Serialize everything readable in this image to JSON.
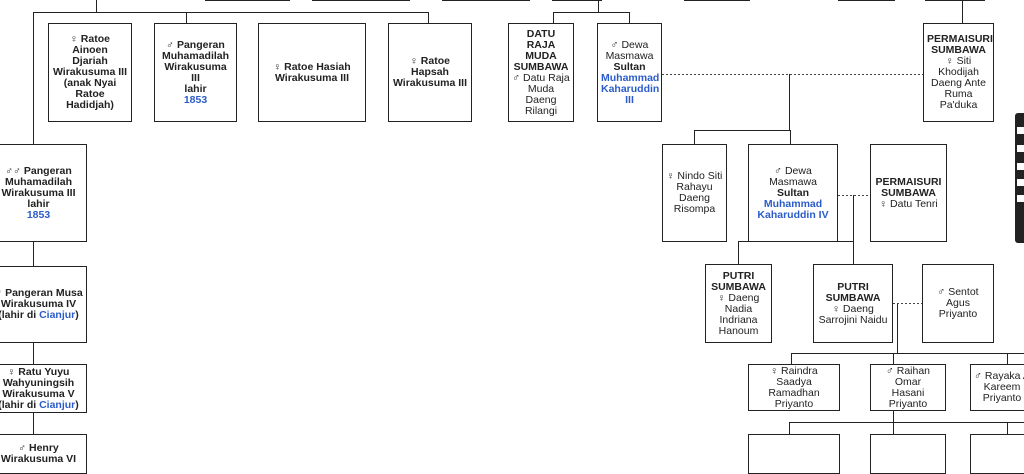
{
  "top_row": [
    {
      "id": "n1",
      "lines": [
        {
          "t": "♀ Ratoe Ainoen",
          "s": "b"
        },
        {
          "t": "Djariah",
          "s": "b"
        },
        {
          "t": "Wirakusuma III",
          "s": "b"
        },
        {
          "t": "(anak Nyai",
          "s": "b"
        },
        {
          "t": "Ratoe",
          "s": "b"
        },
        {
          "t": "Hadidjah)",
          "s": "b"
        }
      ]
    },
    {
      "id": "n2",
      "lines": [
        {
          "t": "♂ Pangeran",
          "s": "b"
        },
        {
          "t": "Muhamadilah",
          "s": "b"
        },
        {
          "t": "Wirakusuma",
          "s": "b"
        },
        {
          "t": "III",
          "s": "b"
        },
        {
          "t": "lahir",
          "s": "b"
        },
        {
          "t": "1853",
          "s": "blue"
        }
      ]
    },
    {
      "id": "n3",
      "lines": [
        {
          "t": "♀ Ratoe Hasiah",
          "s": "b"
        },
        {
          "t": "Wirakusuma III",
          "s": "b"
        }
      ]
    },
    {
      "id": "n4",
      "lines": [
        {
          "t": "♀ Ratoe",
          "s": "b"
        },
        {
          "t": "Hapsah",
          "s": "b"
        },
        {
          "t": "Wirakusuma III",
          "s": "b"
        }
      ]
    },
    {
      "id": "n5",
      "lines": [
        {
          "t": "DATU RAJA",
          "s": "b"
        },
        {
          "t": "MUDA",
          "s": "b"
        },
        {
          "t": "SUMBAWA",
          "s": "b"
        },
        {
          "t": "♂ Datu Raja",
          "s": ""
        },
        {
          "t": "Muda Daeng",
          "s": ""
        },
        {
          "t": "Rilangi",
          "s": ""
        }
      ]
    },
    {
      "id": "n6",
      "lines": [
        {
          "t": "♂ Dewa",
          "s": ""
        },
        {
          "t": "Masmawa",
          "s": ""
        },
        {
          "t": "Sultan",
          "s": "b"
        },
        {
          "t": "Muhammad",
          "s": "blue"
        },
        {
          "t": "Kaharuddin",
          "s": "blue"
        },
        {
          "t": "III",
          "s": "blue"
        }
      ]
    },
    {
      "id": "n7",
      "lines": [
        {
          "t": "PERMAISURI",
          "s": "b"
        },
        {
          "t": "SUMBAWA",
          "s": "b"
        },
        {
          "t": "♀ Siti",
          "s": ""
        },
        {
          "t": "Khodijah",
          "s": ""
        },
        {
          "t": "Daeng Ante",
          "s": ""
        },
        {
          "t": "Ruma",
          "s": ""
        },
        {
          "t": "Pa'duka",
          "s": ""
        }
      ]
    }
  ],
  "left_column": [
    {
      "id": "l1",
      "lines": [
        {
          "t": "♂♂ Pangeran",
          "s": "b"
        },
        {
          "t": "Muhamadilah",
          "s": "b"
        },
        {
          "t": "Wirakusuma III",
          "s": "b"
        },
        {
          "t": "lahir",
          "s": "b"
        },
        {
          "t": "1853",
          "s": "blue"
        }
      ]
    },
    {
      "id": "l2",
      "lines": [
        {
          "t": "♂ Pangeran Musa",
          "s": "b"
        },
        {
          "t": "Wirakusuma IV",
          "s": "b"
        },
        {
          "t": "(lahir di Cianjur)",
          "s": "b",
          "hl": "Cianjur"
        }
      ]
    },
    {
      "id": "l3",
      "lines": [
        {
          "t": "♀ Ratu Yuyu",
          "s": "b"
        },
        {
          "t": "Wahyuningsih",
          "s": "b"
        },
        {
          "t": "Wirakusuma V",
          "s": "b"
        },
        {
          "t": "(lahir di Cianjur)",
          "s": "b",
          "hl": "Cianjur"
        }
      ]
    },
    {
      "id": "l4",
      "lines": [
        {
          "t": "♂ Henry",
          "s": "b"
        },
        {
          "t": "Wirakusuma VI",
          "s": "b"
        }
      ]
    }
  ],
  "middle_row": [
    {
      "id": "m1",
      "lines": [
        {
          "t": "♀ Nindo Siti",
          "s": ""
        },
        {
          "t": "Rahayu",
          "s": ""
        },
        {
          "t": "Daeng",
          "s": ""
        },
        {
          "t": "Risompa",
          "s": ""
        }
      ]
    },
    {
      "id": "m2",
      "lines": [
        {
          "t": "♂ Dewa Masmawa",
          "s": ""
        },
        {
          "t": "Sultan",
          "s": "b"
        },
        {
          "t": "Muhammad",
          "s": "blue"
        },
        {
          "t": "Kaharuddin IV",
          "s": "blue"
        }
      ]
    },
    {
      "id": "m3",
      "lines": [
        {
          "t": "PERMAISURI",
          "s": "b"
        },
        {
          "t": "SUMBAWA",
          "s": "b"
        },
        {
          "t": "♀ Datu Tenri",
          "s": ""
        }
      ]
    }
  ],
  "lower_row": [
    {
      "id": "p1",
      "lines": [
        {
          "t": "PUTRI",
          "s": "b"
        },
        {
          "t": "SUMBAWA",
          "s": "b"
        },
        {
          "t": "♀ Daeng",
          "s": ""
        },
        {
          "t": "Nadia",
          "s": ""
        },
        {
          "t": "Indriana",
          "s": ""
        },
        {
          "t": "Hanoum",
          "s": ""
        }
      ]
    },
    {
      "id": "p2",
      "lines": [
        {
          "t": "PUTRI",
          "s": "b"
        },
        {
          "t": "SUMBAWA",
          "s": "b"
        },
        {
          "t": "♀ Daeng",
          "s": ""
        },
        {
          "t": "Sarrojini Naidu",
          "s": ""
        }
      ]
    },
    {
      "id": "p3",
      "lines": [
        {
          "t": "♂ Sentot",
          "s": ""
        },
        {
          "t": "Agus",
          "s": ""
        },
        {
          "t": "Priyanto",
          "s": ""
        }
      ]
    }
  ],
  "bottom_row": [
    {
      "id": "c1",
      "lines": [
        {
          "t": "♀ Raindra Saadya",
          "s": ""
        },
        {
          "t": "Ramadhan",
          "s": ""
        },
        {
          "t": "Priyanto",
          "s": ""
        }
      ]
    },
    {
      "id": "c2",
      "lines": [
        {
          "t": "♂ Raihan Omar",
          "s": ""
        },
        {
          "t": "Hasani",
          "s": ""
        },
        {
          "t": "Priyanto",
          "s": ""
        }
      ]
    },
    {
      "id": "c3",
      "lines": [
        {
          "t": "♂ Rayaka A",
          "s": ""
        },
        {
          "t": "Kareem",
          "s": ""
        },
        {
          "t": "Priyanto",
          "s": ""
        }
      ]
    }
  ],
  "empty_row": [
    {
      "id": "e1",
      "lines": []
    },
    {
      "id": "e2",
      "lines": []
    },
    {
      "id": "e3",
      "lines": []
    }
  ],
  "colors": {
    "line": "#222222",
    "link": "#2b5cc9",
    "border": "#222222"
  }
}
